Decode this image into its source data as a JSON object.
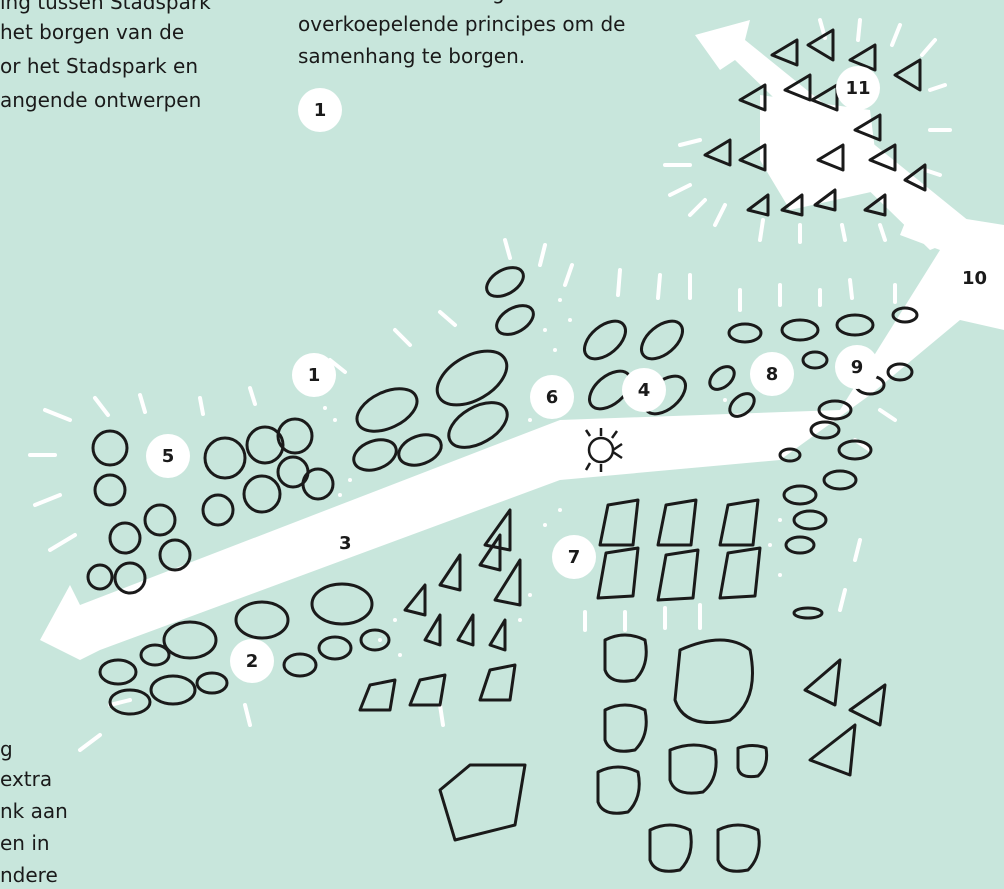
{
  "text_top_left": [
    "ing tussen Stadspark",
    "het borgen van de",
    "or het Stadspark en",
    "angende ontwerpen"
  ],
  "text_top_mid": [
    "g",
    "overkoepelende principes om de",
    "samenhang te borgen."
  ],
  "text_bottom_left": [
    "g",
    "extra",
    "nk aan",
    "en in",
    "ndere"
  ],
  "markers": {
    "m1_top": "1",
    "m1": "1",
    "m2": "2",
    "m3": "3",
    "m4": "4",
    "m5": "5",
    "m6": "6",
    "m7": "7",
    "m8": "8",
    "m9": "9",
    "m10": "10",
    "m11": "11"
  },
  "colors": {
    "background": "#c8e6dc",
    "path": "#ffffff",
    "ink": "#1a1a1a"
  }
}
